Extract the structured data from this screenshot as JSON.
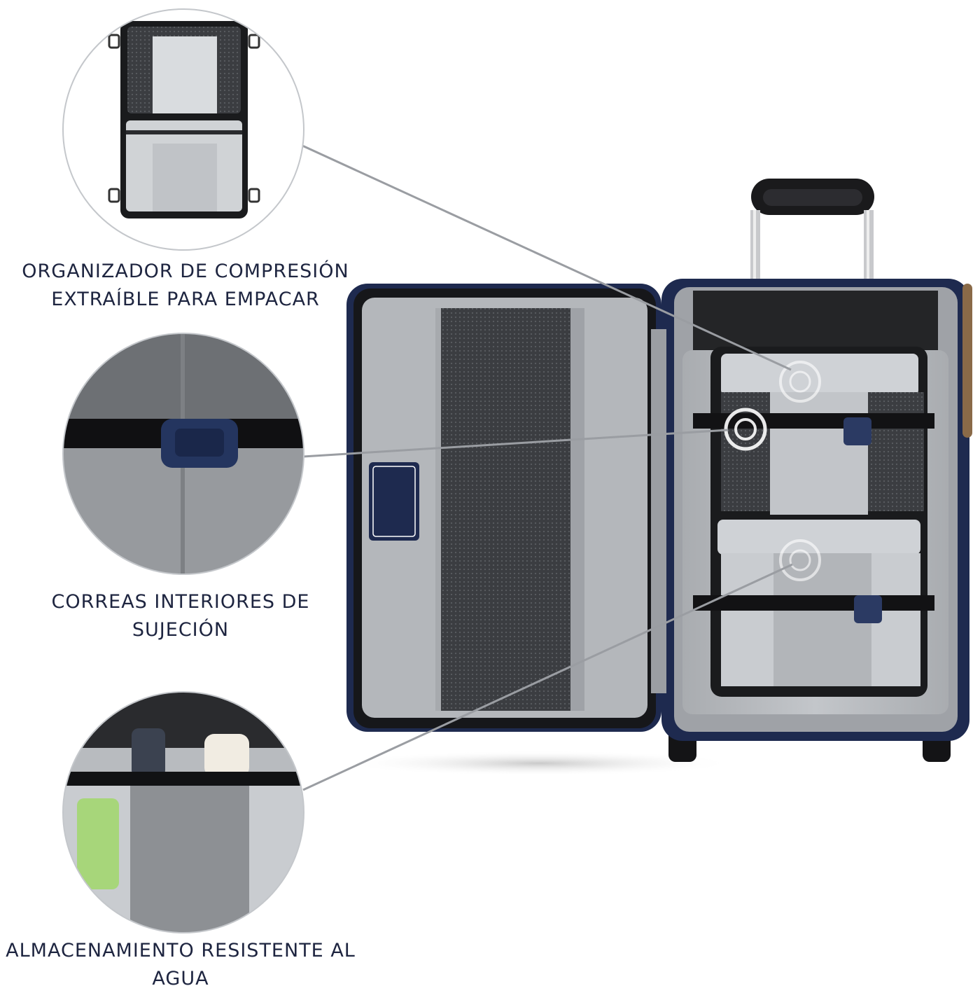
{
  "features": [
    {
      "id": "organizer",
      "lines": [
        "ORGANIZADOR DE COMPRESIÓN",
        "EXTRAÍBLE PARA EMPACAR"
      ]
    },
    {
      "id": "straps",
      "lines": [
        "CORREAS INTERIORES DE",
        "SUJECIÓN"
      ]
    },
    {
      "id": "storage",
      "lines": [
        "ALMACENAMIENTO RESISTENTE AL",
        "AGUA"
      ]
    }
  ],
  "colors": {
    "navy": "#1e2a4f",
    "lining": "#b9bcc0",
    "lining_dark": "#8e9196",
    "mesh": "#3a3c40",
    "text": "#1e2540",
    "callout_line": "#9a9da2"
  }
}
